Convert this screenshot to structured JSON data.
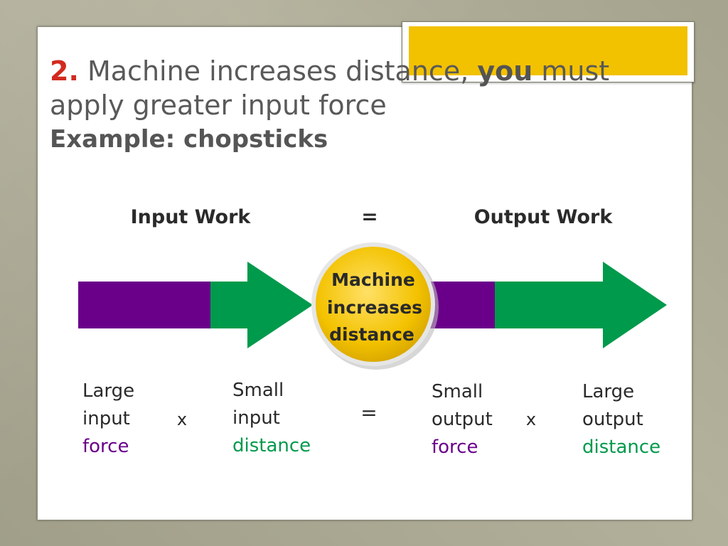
{
  "title": {
    "number": "2.",
    "text_before": "Machine increases distance,",
    "emphasis": "you",
    "text_after": "must",
    "line2": "apply greater input force",
    "example": "Example: chopsticks"
  },
  "diagram": {
    "input_work": "Input Work",
    "equals": "=",
    "output_work": "Output Work",
    "machine_line1": "Machine",
    "machine_line2": "increases",
    "machine_line3": "distance",
    "left_force": [
      "Large",
      "input",
      "force"
    ],
    "times1": "x",
    "left_distance": [
      "Small",
      "input",
      "distance"
    ],
    "equals2": "=",
    "right_force": [
      "Small",
      "output",
      "force"
    ],
    "times2": "x",
    "right_distance": [
      "Large",
      "output",
      "distance"
    ]
  },
  "colors": {
    "force": "#6a008a",
    "distance": "#009a4c",
    "circle": "#f3c200",
    "title_number": "#d22a1f",
    "accent_tab": "#f2c100"
  }
}
